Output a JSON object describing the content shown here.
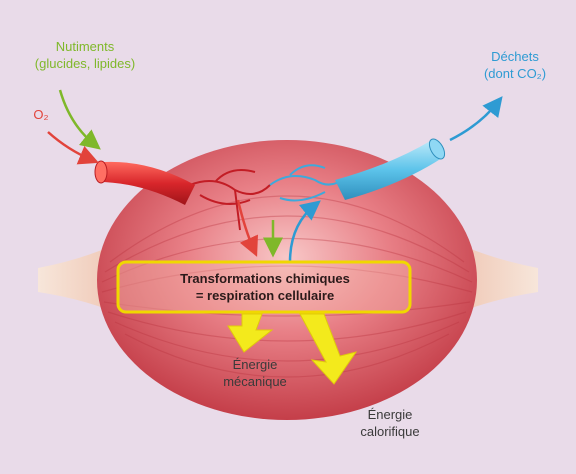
{
  "labels": {
    "nutrients_line1": "Nutiments",
    "nutrients_line2": "(glucides, lipides)",
    "oxygen": "O₂",
    "waste_line1": "Déchets",
    "waste_line2": "(dont CO₂)",
    "process_line1": "Transformations chimiques",
    "process_line2": "= respiration cellulaire",
    "mech_energy_line1": "Énergie",
    "mech_energy_line2": "mécanique",
    "heat_energy_line1": "Énergie",
    "heat_energy_line2": "calorifique"
  },
  "colors": {
    "nutrients": "#7fb82a",
    "oxygen": "#e2433b",
    "waste": "#2e9bd3",
    "artery": "#d8262b",
    "vein": "#5cc3ea",
    "muscle": "#d9606a",
    "tendon": "#f2d6c6",
    "box_border": "#f0d800",
    "energy_arrow": "#f3ea1c"
  }
}
